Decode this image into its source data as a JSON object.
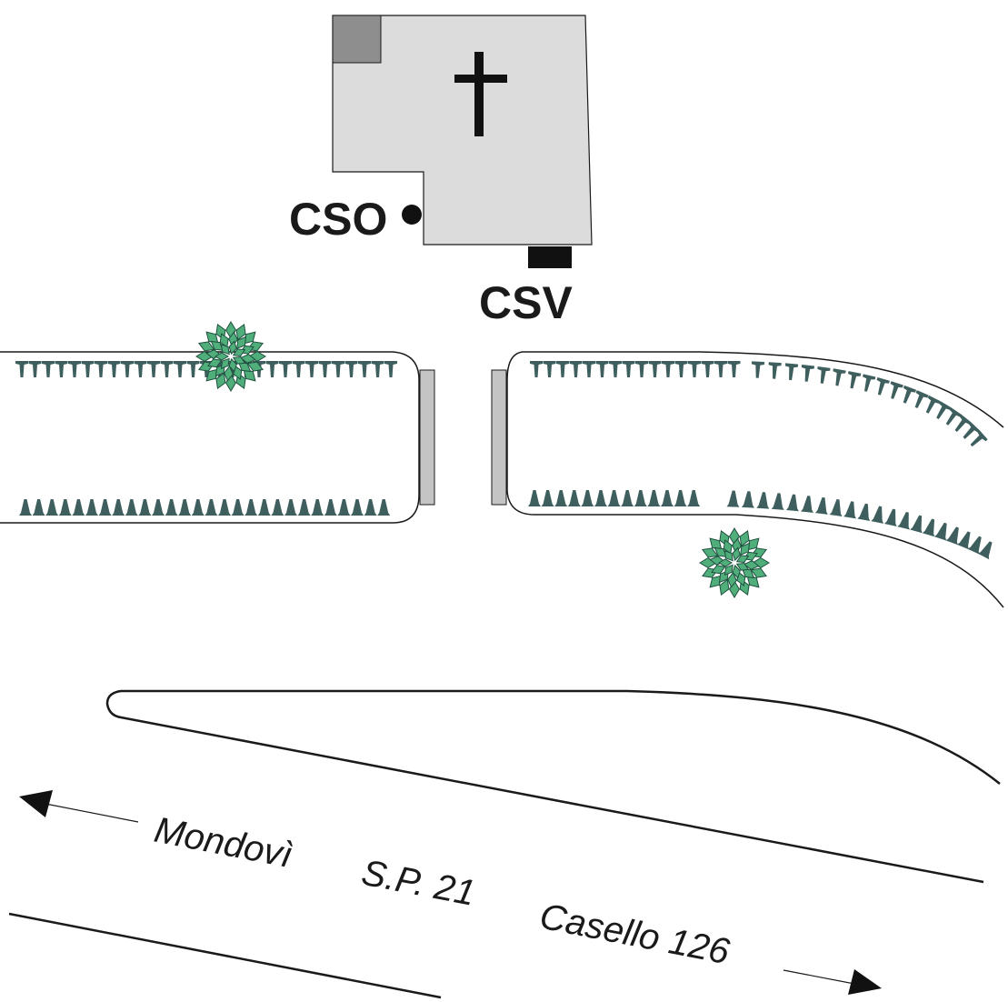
{
  "labels": {
    "cso": "CSO",
    "csv": "CSV",
    "road_west": "Mondovì",
    "road_name": "S.P. 21",
    "road_east": "Casello 126"
  },
  "colors": {
    "church_fill": "#dcdcdc",
    "church_corner": "#8e8e8e",
    "hedge": "#3f5f5f",
    "bush_fill": "#4fae7a",
    "bush_stroke": "#1f4f3f",
    "gate": "#c4c4c4",
    "ink": "#1a1a1a"
  },
  "icons": {
    "church": "cross-icon",
    "cso_marker": "dot-icon",
    "csv_marker": "rectangle-icon",
    "bush": "bush-icon",
    "arrow_west": "arrow-left-icon",
    "arrow_east": "arrow-right-icon"
  }
}
